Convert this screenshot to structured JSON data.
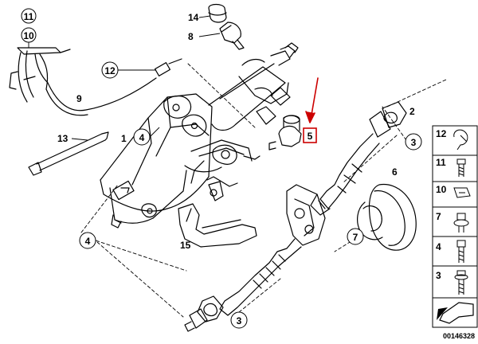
{
  "diagram": {
    "callouts": {
      "c11": "11",
      "c10": "10",
      "c14": "14",
      "c8": "8",
      "c12": "12",
      "c9": "9",
      "c13": "13",
      "c1": "1",
      "c4_top": "4",
      "c4_bottom": "4",
      "c15": "15",
      "c5": "5",
      "c2": "2",
      "c3_right": "3",
      "c6": "6",
      "c7": "7",
      "c3_bottom": "3"
    },
    "highlighted_part": "5",
    "highlight_color": "#cc0000"
  },
  "parts_legend": {
    "items": [
      {
        "label": "12"
      },
      {
        "label": "11"
      },
      {
        "label": "10"
      },
      {
        "label": "7"
      },
      {
        "label": "4"
      },
      {
        "label": "3"
      }
    ],
    "image_number": "00146328"
  }
}
